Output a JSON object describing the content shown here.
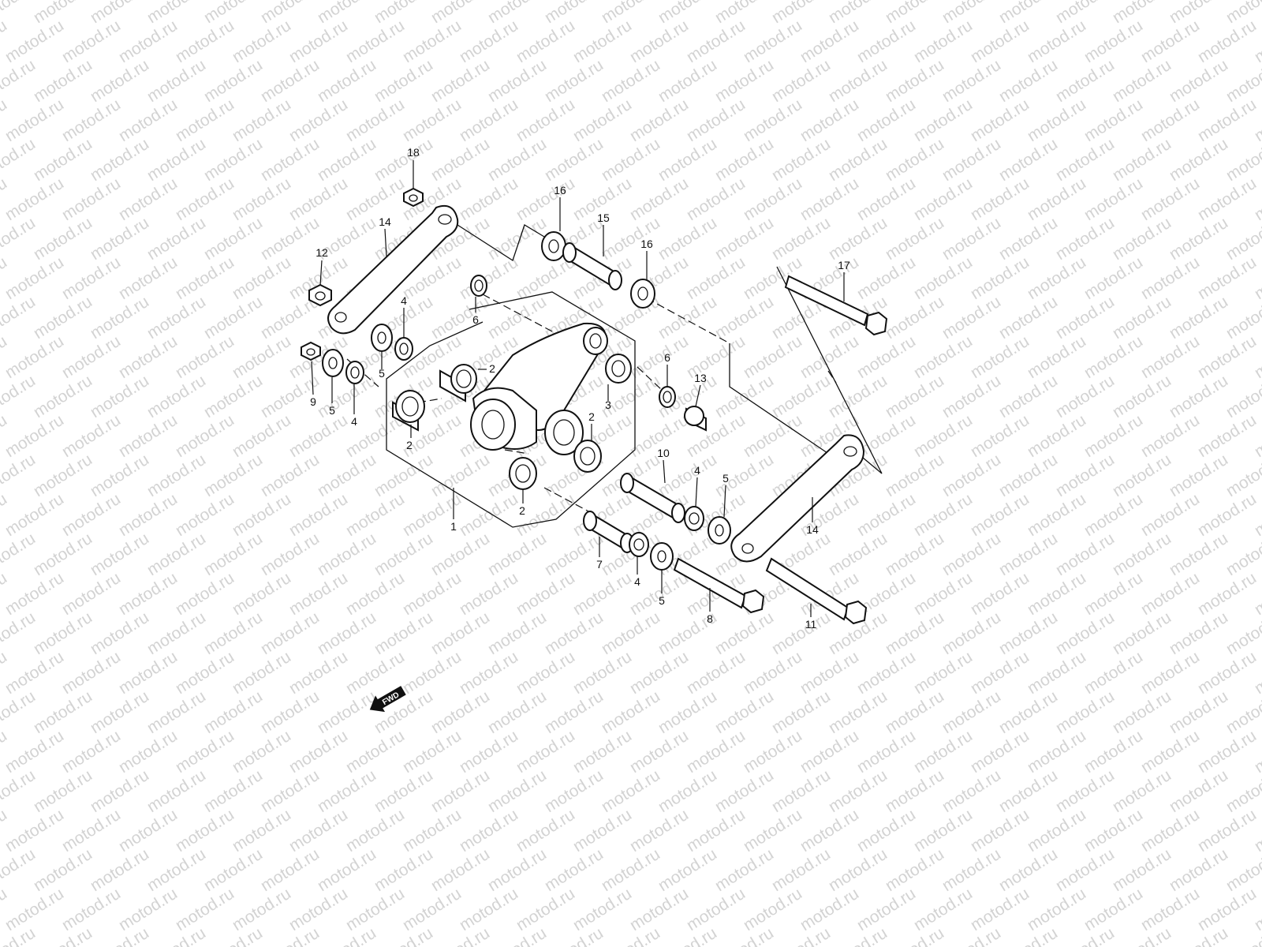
{
  "watermark": {
    "text": "motod.ru"
  },
  "direction_marker": {
    "label": "FWD"
  },
  "callouts": [
    {
      "id": "c18",
      "label": "18"
    },
    {
      "id": "c14a",
      "label": "14"
    },
    {
      "id": "c16a",
      "label": "16"
    },
    {
      "id": "c15",
      "label": "15"
    },
    {
      "id": "c16b",
      "label": "16"
    },
    {
      "id": "c17",
      "label": "17"
    },
    {
      "id": "c12",
      "label": "12"
    },
    {
      "id": "c4a",
      "label": "4"
    },
    {
      "id": "c6a",
      "label": "6"
    },
    {
      "id": "c2a",
      "label": "2"
    },
    {
      "id": "c6b",
      "label": "6"
    },
    {
      "id": "c13",
      "label": "13"
    },
    {
      "id": "c3",
      "label": "3"
    },
    {
      "id": "c5a",
      "label": "5"
    },
    {
      "id": "c9",
      "label": "9"
    },
    {
      "id": "c5b",
      "label": "5"
    },
    {
      "id": "c4b",
      "label": "4"
    },
    {
      "id": "c2b",
      "label": "2"
    },
    {
      "id": "c2c",
      "label": "2"
    },
    {
      "id": "c2d",
      "label": "2"
    },
    {
      "id": "c10",
      "label": "10"
    },
    {
      "id": "c4c",
      "label": "4"
    },
    {
      "id": "c5c",
      "label": "5"
    },
    {
      "id": "c14b",
      "label": "14"
    },
    {
      "id": "c1",
      "label": "1"
    },
    {
      "id": "c7",
      "label": "7"
    },
    {
      "id": "c4d",
      "label": "4"
    },
    {
      "id": "c5d",
      "label": "5"
    },
    {
      "id": "c8",
      "label": "8"
    },
    {
      "id": "c11",
      "label": "11"
    }
  ]
}
